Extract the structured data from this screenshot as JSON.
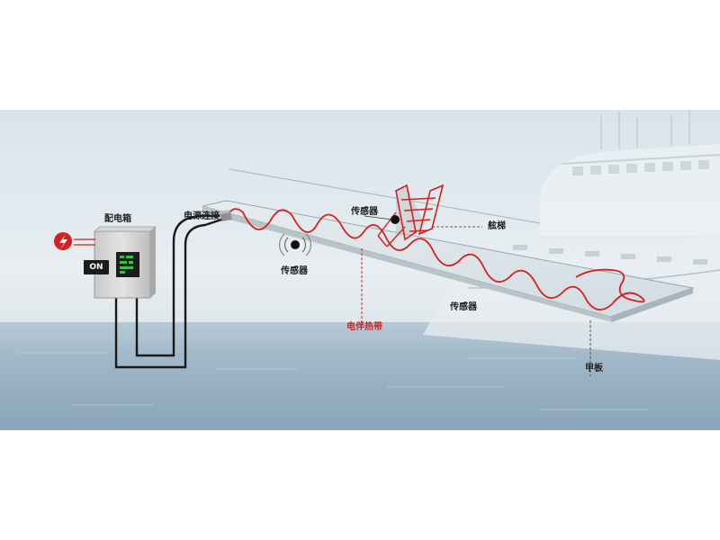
{
  "labels": {
    "distribution_box": "配电箱",
    "on_switch": "ON",
    "power_connection": "电源连接",
    "sensor_top": "传感器",
    "sensor_left": "传感器",
    "sensor_right": "传感器",
    "gangway": "舷梯",
    "heating_cable": "电伴热带",
    "deck": "甲板"
  },
  "colors": {
    "heating_cable": "#d42020",
    "sky": "#dfe9ef",
    "sea": "#9fb8c8",
    "deck": "#dfe6ea",
    "cable": "#1a1a1a"
  },
  "icons": {
    "power_source": "lightning-bolt-icon",
    "sensor": "sensor-wave-icon"
  }
}
